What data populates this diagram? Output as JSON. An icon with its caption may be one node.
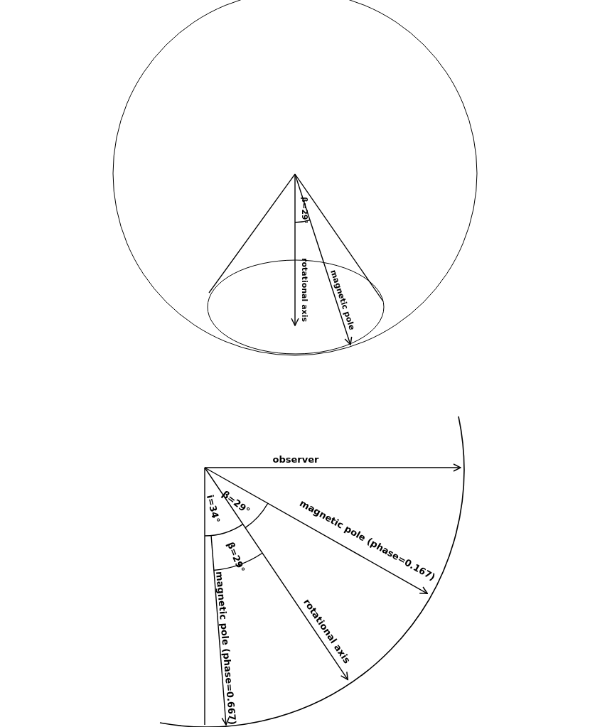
{
  "diagram": {
    "labels": [
      "β=29°",
      "rotational axis",
      "magnetic pole",
      "observer",
      "β=29°",
      "magnetic pole (phase=0.167)",
      "i=34°",
      "β=29°",
      "rotational axis",
      "magnetic pole (phase=0.667)"
    ]
  }
}
